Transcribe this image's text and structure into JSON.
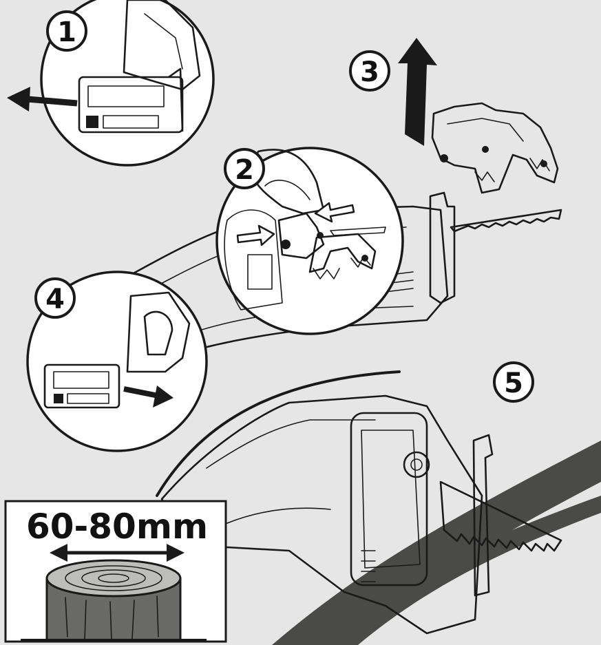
{
  "steps": {
    "step1": "1",
    "step2": "2",
    "step3": "3",
    "step4": "4",
    "step5": "5"
  },
  "inset": {
    "dimension_label": "60-80mm"
  },
  "colors": {
    "background": "#e6e6e6",
    "ink": "#1a1a1a",
    "branch": "#4a4a48",
    "panel": "#ffffff"
  },
  "icons": {
    "remove_battery": "arrow-left-icon",
    "lift_jaw": "arrow-up-icon",
    "insert_battery": "arrow-right-icon",
    "dimension": "double-arrow-icon"
  }
}
